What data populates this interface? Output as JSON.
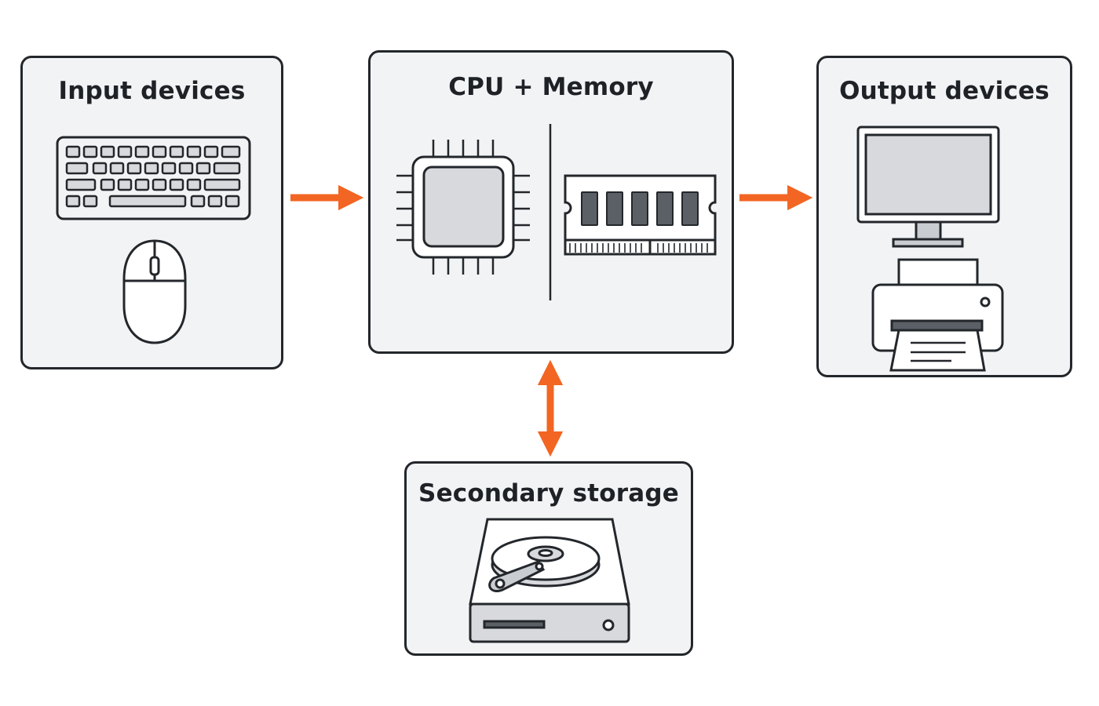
{
  "diagram": {
    "input": {
      "title": "Input devices",
      "icons": [
        "keyboard-icon",
        "mouse-icon"
      ]
    },
    "cpu": {
      "title": "CPU + Memory",
      "icons": [
        "cpu-chip-icon",
        "ram-module-icon"
      ]
    },
    "output": {
      "title": "Output devices",
      "icons": [
        "monitor-icon",
        "printer-icon"
      ]
    },
    "storage": {
      "title": "Secondary storage",
      "icons": [
        "hard-drive-icon"
      ]
    },
    "connections": [
      {
        "from": "input",
        "to": "cpu",
        "direction": "one-way"
      },
      {
        "from": "cpu",
        "to": "output",
        "direction": "one-way"
      },
      {
        "from": "cpu",
        "to": "storage",
        "direction": "two-way"
      }
    ]
  },
  "colors": {
    "arrow": "#f26522",
    "box_fill": "#f2f3f5",
    "stroke": "#23272b"
  }
}
